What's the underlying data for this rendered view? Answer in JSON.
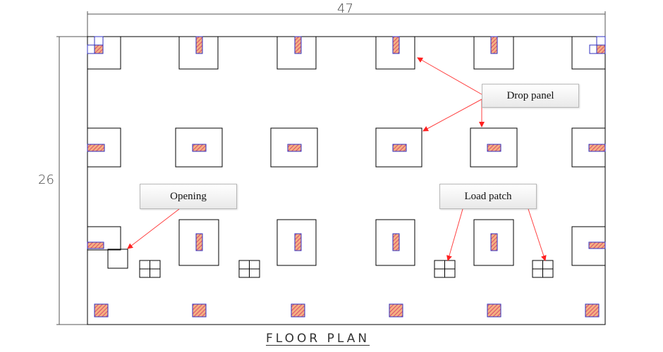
{
  "dimensions": {
    "width_label": "47",
    "height_label": "26"
  },
  "callouts": {
    "drop_panel": "Drop panel",
    "opening": "Opening",
    "load_patch": "Load patch"
  },
  "title": "FLOOR PLAN",
  "colors": {
    "line": "#000000",
    "column_fill": "#f2a070",
    "column_hatch": "#d0206a",
    "column_border": "#3030c0",
    "arrow": "#ff2020",
    "callout_border": "#b8b8b8"
  }
}
